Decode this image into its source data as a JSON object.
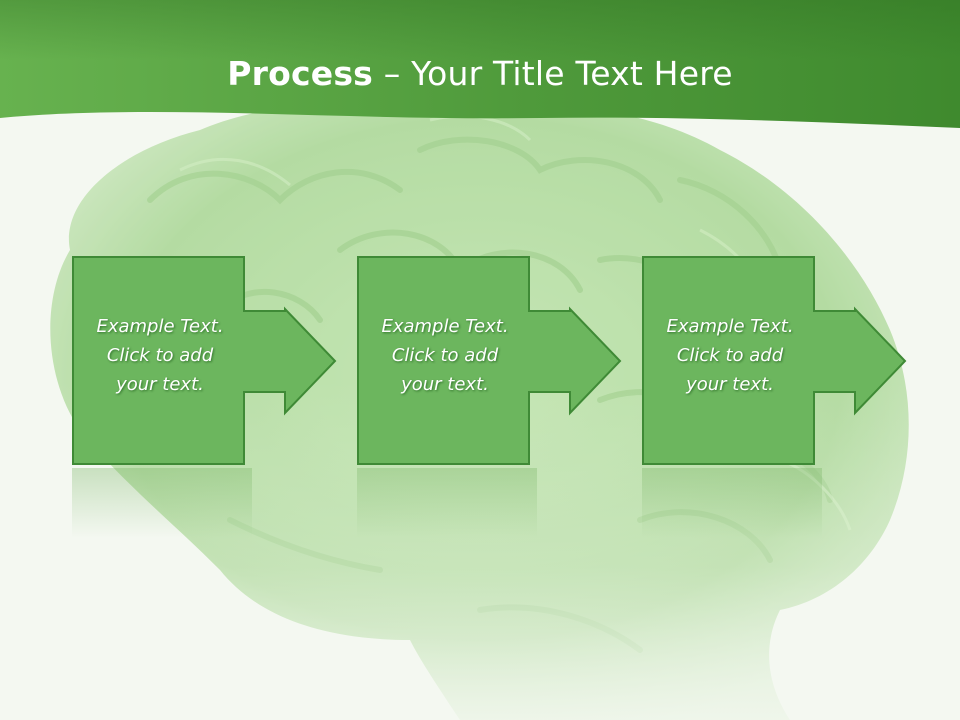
{
  "slide": {
    "title_bold": "Process",
    "title_rest": " – Your Title Text Here"
  },
  "steps": [
    {
      "line1": "Example Text.",
      "line2": "Click  to add",
      "line3": "your text."
    },
    {
      "line1": "Example Text.",
      "line2": "Click  to add",
      "line3": "your text."
    },
    {
      "line1": "Example Text.",
      "line2": "Click  to add",
      "line3": "your text."
    }
  ],
  "colors": {
    "banner_dark": "#3f8a2e",
    "banner_light": "#67b24f",
    "box_fill": "#6cb65e",
    "box_stroke": "#3f8a36",
    "background": "#f4f8f1",
    "brain": "#a9d895"
  },
  "images": {
    "background": "grass-brain-illustration"
  }
}
